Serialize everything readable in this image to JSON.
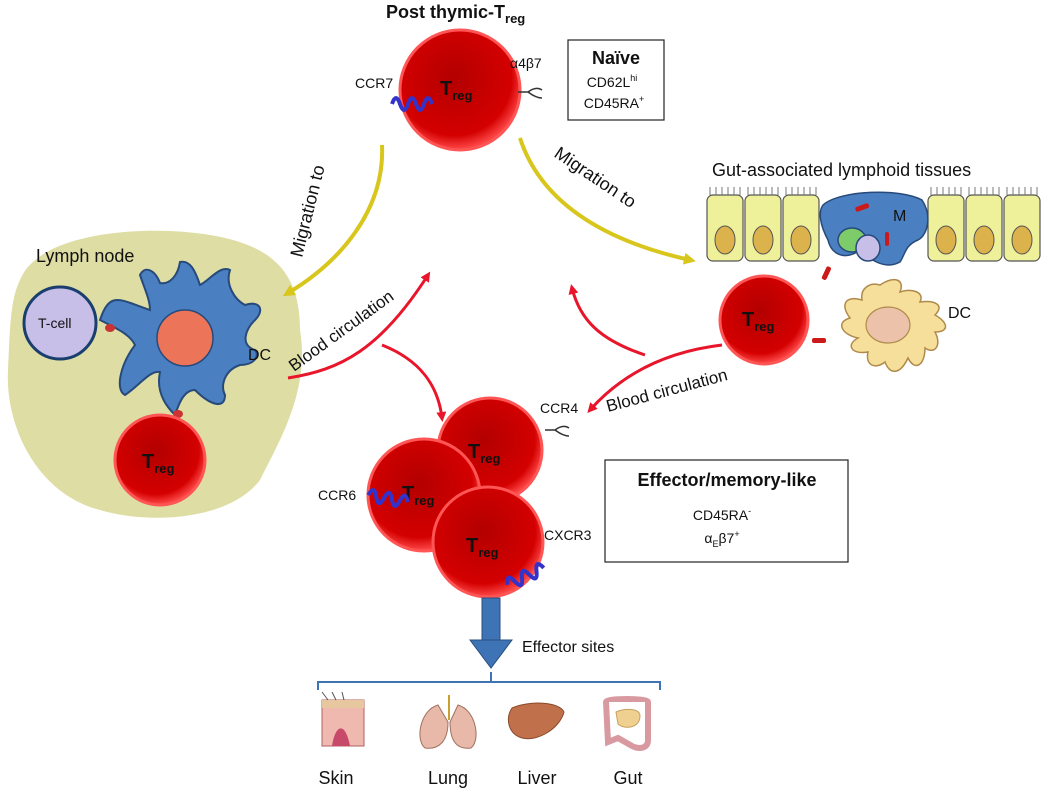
{
  "title": {
    "main": "Post thymic-T",
    "sub": "reg"
  },
  "naive_box": {
    "title": "Naïve",
    "marker1": "CD62L",
    "marker1_sup": "hi",
    "marker2": "CD45RA",
    "marker2_sup": "+"
  },
  "effector_box": {
    "title": "Effector/memory-like",
    "marker1": "CD45RA",
    "marker1_sup": "-",
    "marker2_alpha": "α",
    "marker2_sub": "E",
    "marker2_rest": "β7",
    "marker2_sup": "+"
  },
  "treg": {
    "main": "T",
    "sub": "reg"
  },
  "receptors": {
    "ccr7": "CCR7",
    "a4b7": "α4β7",
    "ccr4": "CCR4",
    "ccr6": "CCR6",
    "cxcr3": "CXCR3"
  },
  "lymph_node": {
    "title": "Lymph node",
    "tcell": "T-cell",
    "dc": "DC"
  },
  "galt": {
    "title": "Gut-associated lymphoid tissues",
    "m_cell": "M",
    "dc": "DC"
  },
  "arrows": {
    "migration_left": "Migration to",
    "migration_right": "Migration to",
    "blood_left": "Blood circulation",
    "blood_right": "Blood circulation"
  },
  "effector_sites": {
    "label": "Effector sites",
    "organs": [
      "Skin",
      "Lung",
      "Liver",
      "Gut"
    ]
  },
  "colors": {
    "treg_red": "#cc0000",
    "dc_blue": "#4a7fc1",
    "lymph_node_bg": "#dedda4",
    "gut_cell": "#eef09a",
    "migration_arrow": "#d8c61c",
    "blood_arrow": "#e8152b",
    "receptor": "#3333cc",
    "down_arrow": "#3e73b5"
  }
}
